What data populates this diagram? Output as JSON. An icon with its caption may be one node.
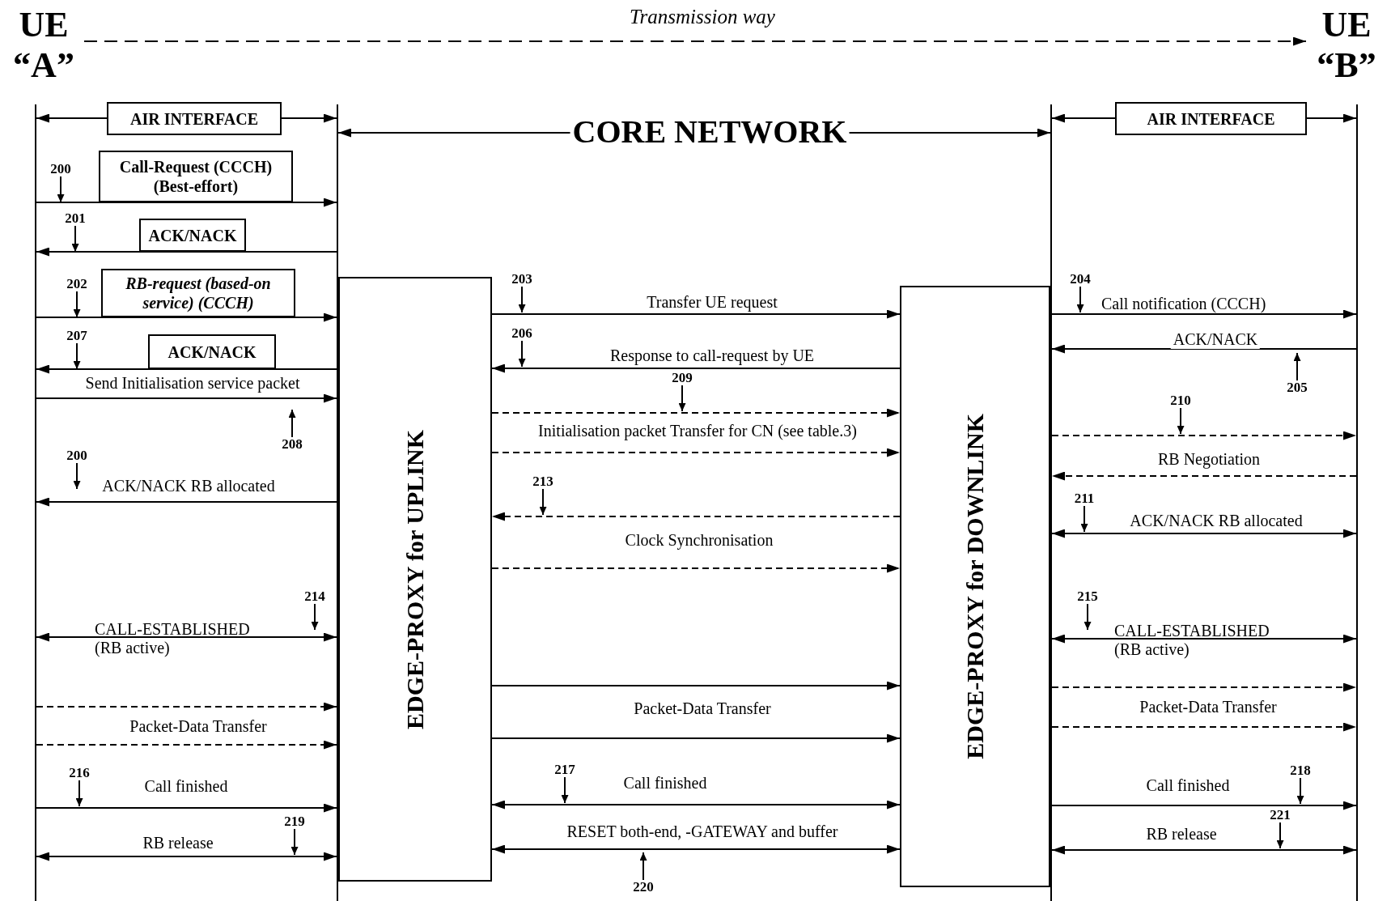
{
  "diagram": {
    "nodes": [
      {
        "text": [
          "UE “A”"
        ]
      },
      {
        "text": [],
        "shape": "line"
      },
      {
        "text": [],
        "shape": "line"
      },
      {
        "text": [
          "EDGE-PROXY for UPLINK"
        ]
      },
      {
        "text": [
          "EDGE-PROXY for DOWNLINK"
        ]
      },
      {
        "text": [],
        "shape": "line"
      },
      {
        "text": [],
        "shape": "line"
      },
      {
        "text": [
          "UE “B”"
        ]
      },
      {
        "text": [
          "200"
        ]
      },
      {
        "text": [
          "201"
        ]
      },
      {
        "text": [
          "202"
        ]
      },
      {
        "text": [
          "207"
        ]
      },
      {
        "text": [
          "208"
        ]
      },
      {
        "text": [
          "200"
        ]
      },
      {
        "text": [
          "214"
        ]
      },
      {
        "text": [
          "216"
        ]
      },
      {
        "text": [
          "219"
        ]
      },
      {
        "text": [
          "203"
        ]
      },
      {
        "text": [
          "206"
        ]
      },
      {
        "text": [
          "209"
        ]
      },
      {
        "text": [
          "213"
        ]
      },
      {
        "text": [
          "217"
        ]
      },
      {
        "text": [
          "220"
        ]
      },
      {
        "text": [
          "204"
        ]
      },
      {
        "text": [
          "205"
        ]
      },
      {
        "text": [
          "210"
        ]
      },
      {
        "text": [
          "211"
        ]
      },
      {
        "text": [
          "215"
        ]
      },
      {
        "text": [
          "218"
        ]
      },
      {
        "text": [
          "221"
        ]
      }
    ],
    "edges": [
      {
        "from": 0,
        "to": 7,
        "arrow": "to",
        "style": "dashed",
        "label": "Transmission way"
      },
      {
        "from": 1,
        "to": 2,
        "arrow": "both",
        "label": "AIR INTERFACE"
      },
      {
        "from": 2,
        "to": 5,
        "arrow": "both",
        "label": "CORE NETWORK"
      },
      {
        "from": 5,
        "to": 6,
        "arrow": "both",
        "label": "AIR INTERFACE"
      },
      {
        "from": 1,
        "to": 2,
        "arrow": "to",
        "label": "Call-Request (CCCH) (Best-effort)"
      },
      {
        "from": 2,
        "to": 1,
        "arrow": "to",
        "label": "ACK/NACK"
      },
      {
        "from": 1,
        "to": 2,
        "arrow": "to",
        "label": "RB-request (based-on service) (CCCH)"
      },
      {
        "from": 2,
        "to": 1,
        "arrow": "to",
        "label": "ACK/NACK"
      },
      {
        "from": 1,
        "to": 2,
        "arrow": "to",
        "label": "Send Initialisation service packet"
      },
      {
        "from": 2,
        "to": 1,
        "arrow": "to",
        "label": "ACK/NACK RB allocated"
      },
      {
        "from": 1,
        "to": 2,
        "arrow": "both",
        "label": "CALL-ESTABLISHED (RB active)"
      },
      {
        "from": 1,
        "to": 2,
        "arrow": "to",
        "style": "dashed",
        "label": "Packet-Data Transfer"
      },
      {
        "from": 1,
        "to": 2,
        "arrow": "to",
        "style": "dashed"
      },
      {
        "from": 1,
        "to": 2,
        "arrow": "to",
        "label": "Call finished"
      },
      {
        "from": 1,
        "to": 2,
        "arrow": "both",
        "label": "RB release"
      },
      {
        "from": 3,
        "to": 4,
        "arrow": "to",
        "label": "Transfer UE request"
      },
      {
        "from": 4,
        "to": 3,
        "arrow": "to",
        "label": "Response to call-request by UE"
      },
      {
        "from": 3,
        "to": 4,
        "arrow": "to",
        "style": "dashed",
        "label": "Initialisation packet Transfer for CN (see table.3)"
      },
      {
        "from": 3,
        "to": 4,
        "arrow": "to",
        "style": "dashed"
      },
      {
        "from": 4,
        "to": 3,
        "arrow": "to",
        "style": "dashed",
        "label": "Clock Synchronisation"
      },
      {
        "from": 3,
        "to": 4,
        "arrow": "to",
        "style": "dashed"
      },
      {
        "from": 3,
        "to": 4,
        "arrow": "to",
        "label": "Packet-Data Transfer"
      },
      {
        "from": 3,
        "to": 4,
        "arrow": "to"
      },
      {
        "from": 3,
        "to": 4,
        "arrow": "both",
        "label": "Call finished"
      },
      {
        "from": 3,
        "to": 4,
        "arrow": "both",
        "label": "RESET both-end, -GATEWAY and buffer"
      },
      {
        "from": 5,
        "to": 6,
        "arrow": "to",
        "label": "Call notification (CCCH)"
      },
      {
        "from": 6,
        "to": 5,
        "arrow": "to",
        "label": "ACK/NACK"
      },
      {
        "from": 5,
        "to": 6,
        "arrow": "to",
        "style": "dashed"
      },
      {
        "from": 6,
        "to": 5,
        "arrow": "to",
        "style": "dashed",
        "label": "RB Negotiation"
      },
      {
        "from": 5,
        "to": 6,
        "arrow": "both",
        "label": "ACK/NACK RB allocated"
      },
      {
        "from": 5,
        "to": 6,
        "arrow": "both",
        "label": "CALL-ESTABLISHED (RB active)"
      },
      {
        "from": 5,
        "to": 6,
        "arrow": "to",
        "style": "dashed",
        "label": "Packet-Data Transfer"
      },
      {
        "from": 5,
        "to": 6,
        "arrow": "to",
        "style": "dashed"
      },
      {
        "from": 5,
        "to": 6,
        "arrow": "to",
        "label": "Call finished"
      },
      {
        "from": 5,
        "to": 6,
        "arrow": "both",
        "label": "RB release"
      },
      {
        "from": 8,
        "to": null,
        "arrow": "to"
      },
      {
        "from": 9,
        "to": null,
        "arrow": "to"
      },
      {
        "from": 10,
        "to": null,
        "arrow": "to"
      },
      {
        "from": 11,
        "to": null,
        "arrow": "to"
      },
      {
        "from": 12,
        "to": null,
        "arrow": "to"
      },
      {
        "from": 13,
        "to": null,
        "arrow": "to"
      },
      {
        "from": 14,
        "to": null,
        "arrow": "to"
      },
      {
        "from": 15,
        "to": null,
        "arrow": "to"
      },
      {
        "from": 16,
        "to": null,
        "arrow": "to"
      },
      {
        "from": 17,
        "to": null,
        "arrow": "to"
      },
      {
        "from": 18,
        "to": null,
        "arrow": "to"
      },
      {
        "from": 19,
        "to": null,
        "arrow": "to"
      },
      {
        "from": 20,
        "to": null,
        "arrow": "to"
      },
      {
        "from": 21,
        "to": null,
        "arrow": "to"
      },
      {
        "from": 22,
        "to": null,
        "arrow": "to"
      },
      {
        "from": 23,
        "to": null,
        "arrow": "to"
      },
      {
        "from": 24,
        "to": null,
        "arrow": "to"
      },
      {
        "from": 25,
        "to": null,
        "arrow": "to"
      },
      {
        "from": 26,
        "to": null,
        "arrow": "to"
      },
      {
        "from": 27,
        "to": null,
        "arrow": "to"
      },
      {
        "from": 28,
        "to": null,
        "arrow": "to"
      },
      {
        "from": 29,
        "to": null,
        "arrow": "to"
      }
    ]
  }
}
